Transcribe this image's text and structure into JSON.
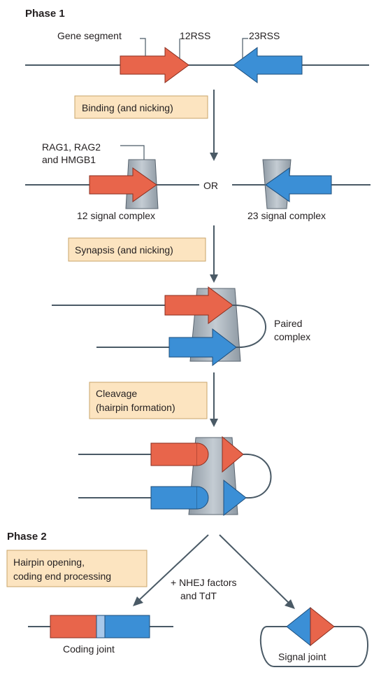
{
  "phase1_title": "Phase 1",
  "phase2_title": "Phase 2",
  "labels": {
    "gene_segment": "Gene segment",
    "rss12": "12RSS",
    "rss23": "23RSS",
    "rag_line1": "RAG1, RAG2",
    "rag_line2": "and HMGB1",
    "or": "OR",
    "signal12": "12 signal complex",
    "signal23": "23 signal complex",
    "paired_line1": "Paired",
    "paired_line2": "complex",
    "nhej_line1": "+ NHEJ factors",
    "nhej_line2": "and TdT",
    "coding_joint": "Coding joint",
    "signal_joint": "Signal joint"
  },
  "steps": {
    "binding": "Binding (and nicking)",
    "synapsis": "Synapsis (and nicking)",
    "cleavage_line1": "Cleavage",
    "cleavage_line2": "(hairpin formation)",
    "hairpin_line1": "Hairpin opening,",
    "hairpin_line2": "coding end processing"
  },
  "colors": {
    "gene_segment": "#e8654b",
    "rss23_segment": "#3b8fd6",
    "rag_complex": "#a9b3bc",
    "step_box": "#fce4c0"
  }
}
